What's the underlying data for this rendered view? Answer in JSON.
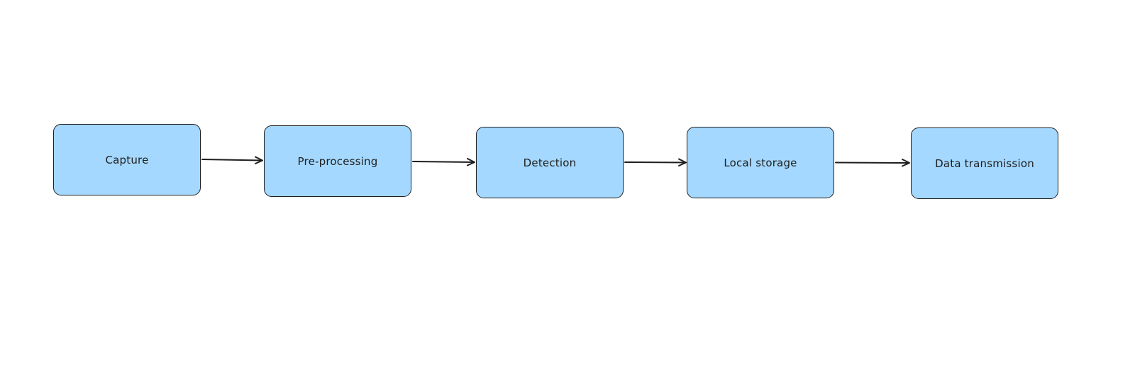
{
  "diagram": {
    "colors": {
      "node_fill": "#a5d8ff",
      "stroke": "#1e1e1e",
      "background": "#ffffff"
    },
    "nodes": [
      {
        "id": "capture",
        "label": "Capture"
      },
      {
        "id": "preprocessing",
        "label": "Pre-processing"
      },
      {
        "id": "detection",
        "label": "Detection"
      },
      {
        "id": "local-storage",
        "label": "Local storage"
      },
      {
        "id": "transmission",
        "label": "Data transmission"
      }
    ],
    "edges": [
      {
        "from": "capture",
        "to": "preprocessing"
      },
      {
        "from": "preprocessing",
        "to": "detection"
      },
      {
        "from": "detection",
        "to": "local-storage"
      },
      {
        "from": "local-storage",
        "to": "transmission"
      }
    ]
  }
}
